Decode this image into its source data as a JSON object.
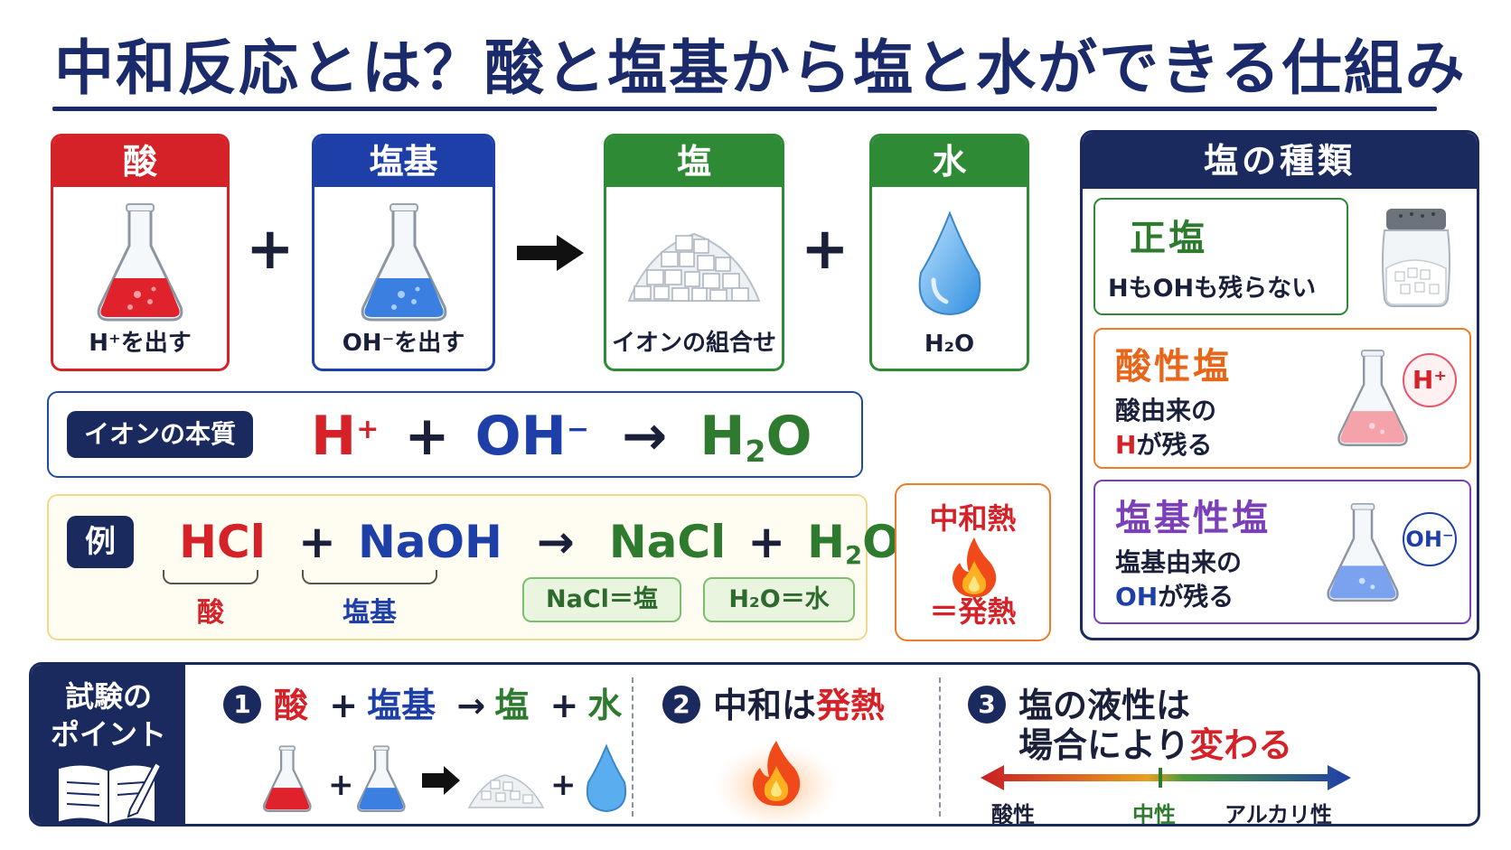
{
  "title": "中和反応とは？酸と塩基から塩と水ができる仕組み",
  "colors": {
    "acid": "#d52128",
    "base": "#1f3fa8",
    "salt": "#2e8a34",
    "navy": "#1a2a5e",
    "orange": "#e8651a",
    "purple": "#7b3fb8"
  },
  "cards": {
    "acid": {
      "head": "酸",
      "caption": "H⁺を出す"
    },
    "base": {
      "head": "塩基",
      "caption": "OH⁻を出す"
    },
    "salt": {
      "head": "塩",
      "caption": "イオンの組合せ"
    },
    "water": {
      "head": "水",
      "caption": "H₂O"
    }
  },
  "operators": {
    "plus": "+",
    "arrow": "→"
  },
  "ion": {
    "label": "イオンの本質",
    "h": "H",
    "h_sup": "+",
    "plus": "+",
    "oh": "OH",
    "oh_sup": "−",
    "arrow": "→",
    "water_h": "H",
    "water_sub": "2",
    "water_o": "O"
  },
  "example": {
    "label": "例",
    "hcl": "HCl",
    "plus1": "+",
    "naoh": "NaOH",
    "arrow": "→",
    "nacl": "NaCl",
    "plus2": "+",
    "water_h": "H",
    "water_sub": "2",
    "water_o": "O",
    "acid_label": "酸",
    "base_label": "塩基",
    "tag_salt": "NaCl＝塩",
    "tag_water": "H₂O＝水"
  },
  "heat": {
    "line1": "中和熱",
    "line2": "＝発熱"
  },
  "types": {
    "head": "塩の種類",
    "normal": {
      "title": "正塩",
      "line1": "HもOHも残らない"
    },
    "acidic": {
      "title": "酸性塩",
      "line1": "酸由来の",
      "line2_a": "H",
      "line2_b": "が残る",
      "badge": "H⁺"
    },
    "basic": {
      "title": "塩基性塩",
      "line1": "塩基由来の",
      "line2_a": "OH",
      "line2_b": "が残る",
      "badge": "OH⁻"
    }
  },
  "points": {
    "label_line1": "試験の",
    "label_line2": "ポイント",
    "p1": {
      "num": "1",
      "acid": "酸",
      "plus1": "+",
      "base": "塩基",
      "arrow": "→",
      "salt": "塩",
      "plus2": "+",
      "water": "水"
    },
    "p2": {
      "num": "2",
      "a": "中和は",
      "b": "発熱"
    },
    "p3": {
      "num": "3",
      "line1": "塩の液性は",
      "line2_a": "場合により",
      "line2_b": "変わる"
    },
    "scale": {
      "left": "酸性",
      "mid": "中性",
      "right": "アルカリ性"
    }
  }
}
